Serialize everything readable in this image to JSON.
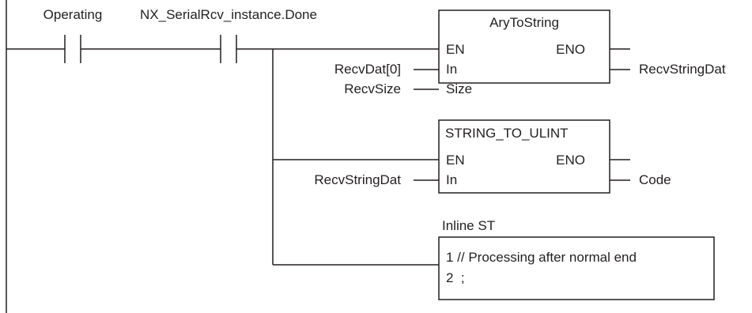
{
  "contacts": {
    "operating": "Operating",
    "done": "NX_SerialRcv_instance.Done"
  },
  "ary_to_string": {
    "title": "AryToString",
    "en": "EN",
    "eno": "ENO",
    "in_pin": "In",
    "size_pin": "Size",
    "in_var": "RecvDat[0]",
    "size_var": "RecvSize",
    "out_var": "RecvStringDat"
  },
  "string_to_ulint": {
    "title": "STRING_TO_ULINT",
    "en": "EN",
    "eno": "ENO",
    "in_pin": "In",
    "in_var": "RecvStringDat",
    "out_var": "Code"
  },
  "inline_st": {
    "label": "Inline ST",
    "line1": "1 // Processing after normal end",
    "line2": "2  ;"
  }
}
